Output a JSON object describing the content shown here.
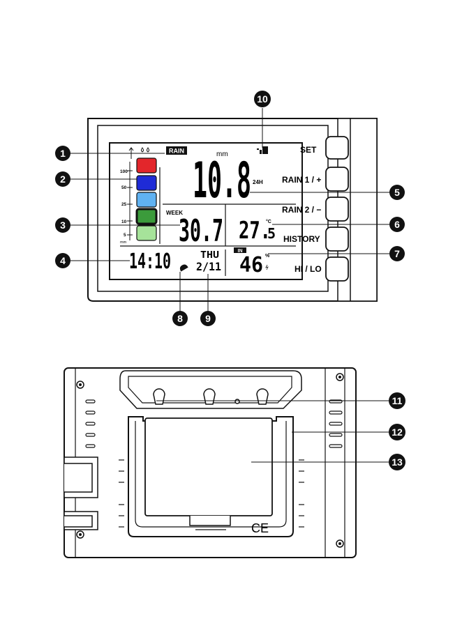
{
  "lcd": {
    "rain_label": "RAIN",
    "unit": "mm",
    "main_value": "10.8",
    "period_24h": "24H",
    "week_label": "WEEK",
    "week_value": "30.7",
    "scale_ticks": [
      "100",
      "50",
      "25",
      "10",
      "5",
      "mm"
    ],
    "scale_colors": [
      "#e3262b",
      "#1f2bd6",
      "#60b2f2",
      "#3b9b3b",
      "#a6e39a"
    ],
    "temp_main": "27.",
    "temp_decimal": "5",
    "temp_unit": "°C",
    "in_label": "IN",
    "humidity_value": "46",
    "humidity_unit": "%",
    "time": "14:10",
    "day": "THU",
    "date": "2/11"
  },
  "buttons": [
    {
      "label": "SET"
    },
    {
      "label": "RAIN 1 / +"
    },
    {
      "label": "RAIN 2 / −"
    },
    {
      "label": "HISTORY"
    },
    {
      "label": "HI / LO"
    }
  ],
  "callouts": [
    "1",
    "2",
    "3",
    "4",
    "5",
    "6",
    "7",
    "8",
    "9",
    "10",
    "11",
    "12",
    "13"
  ]
}
